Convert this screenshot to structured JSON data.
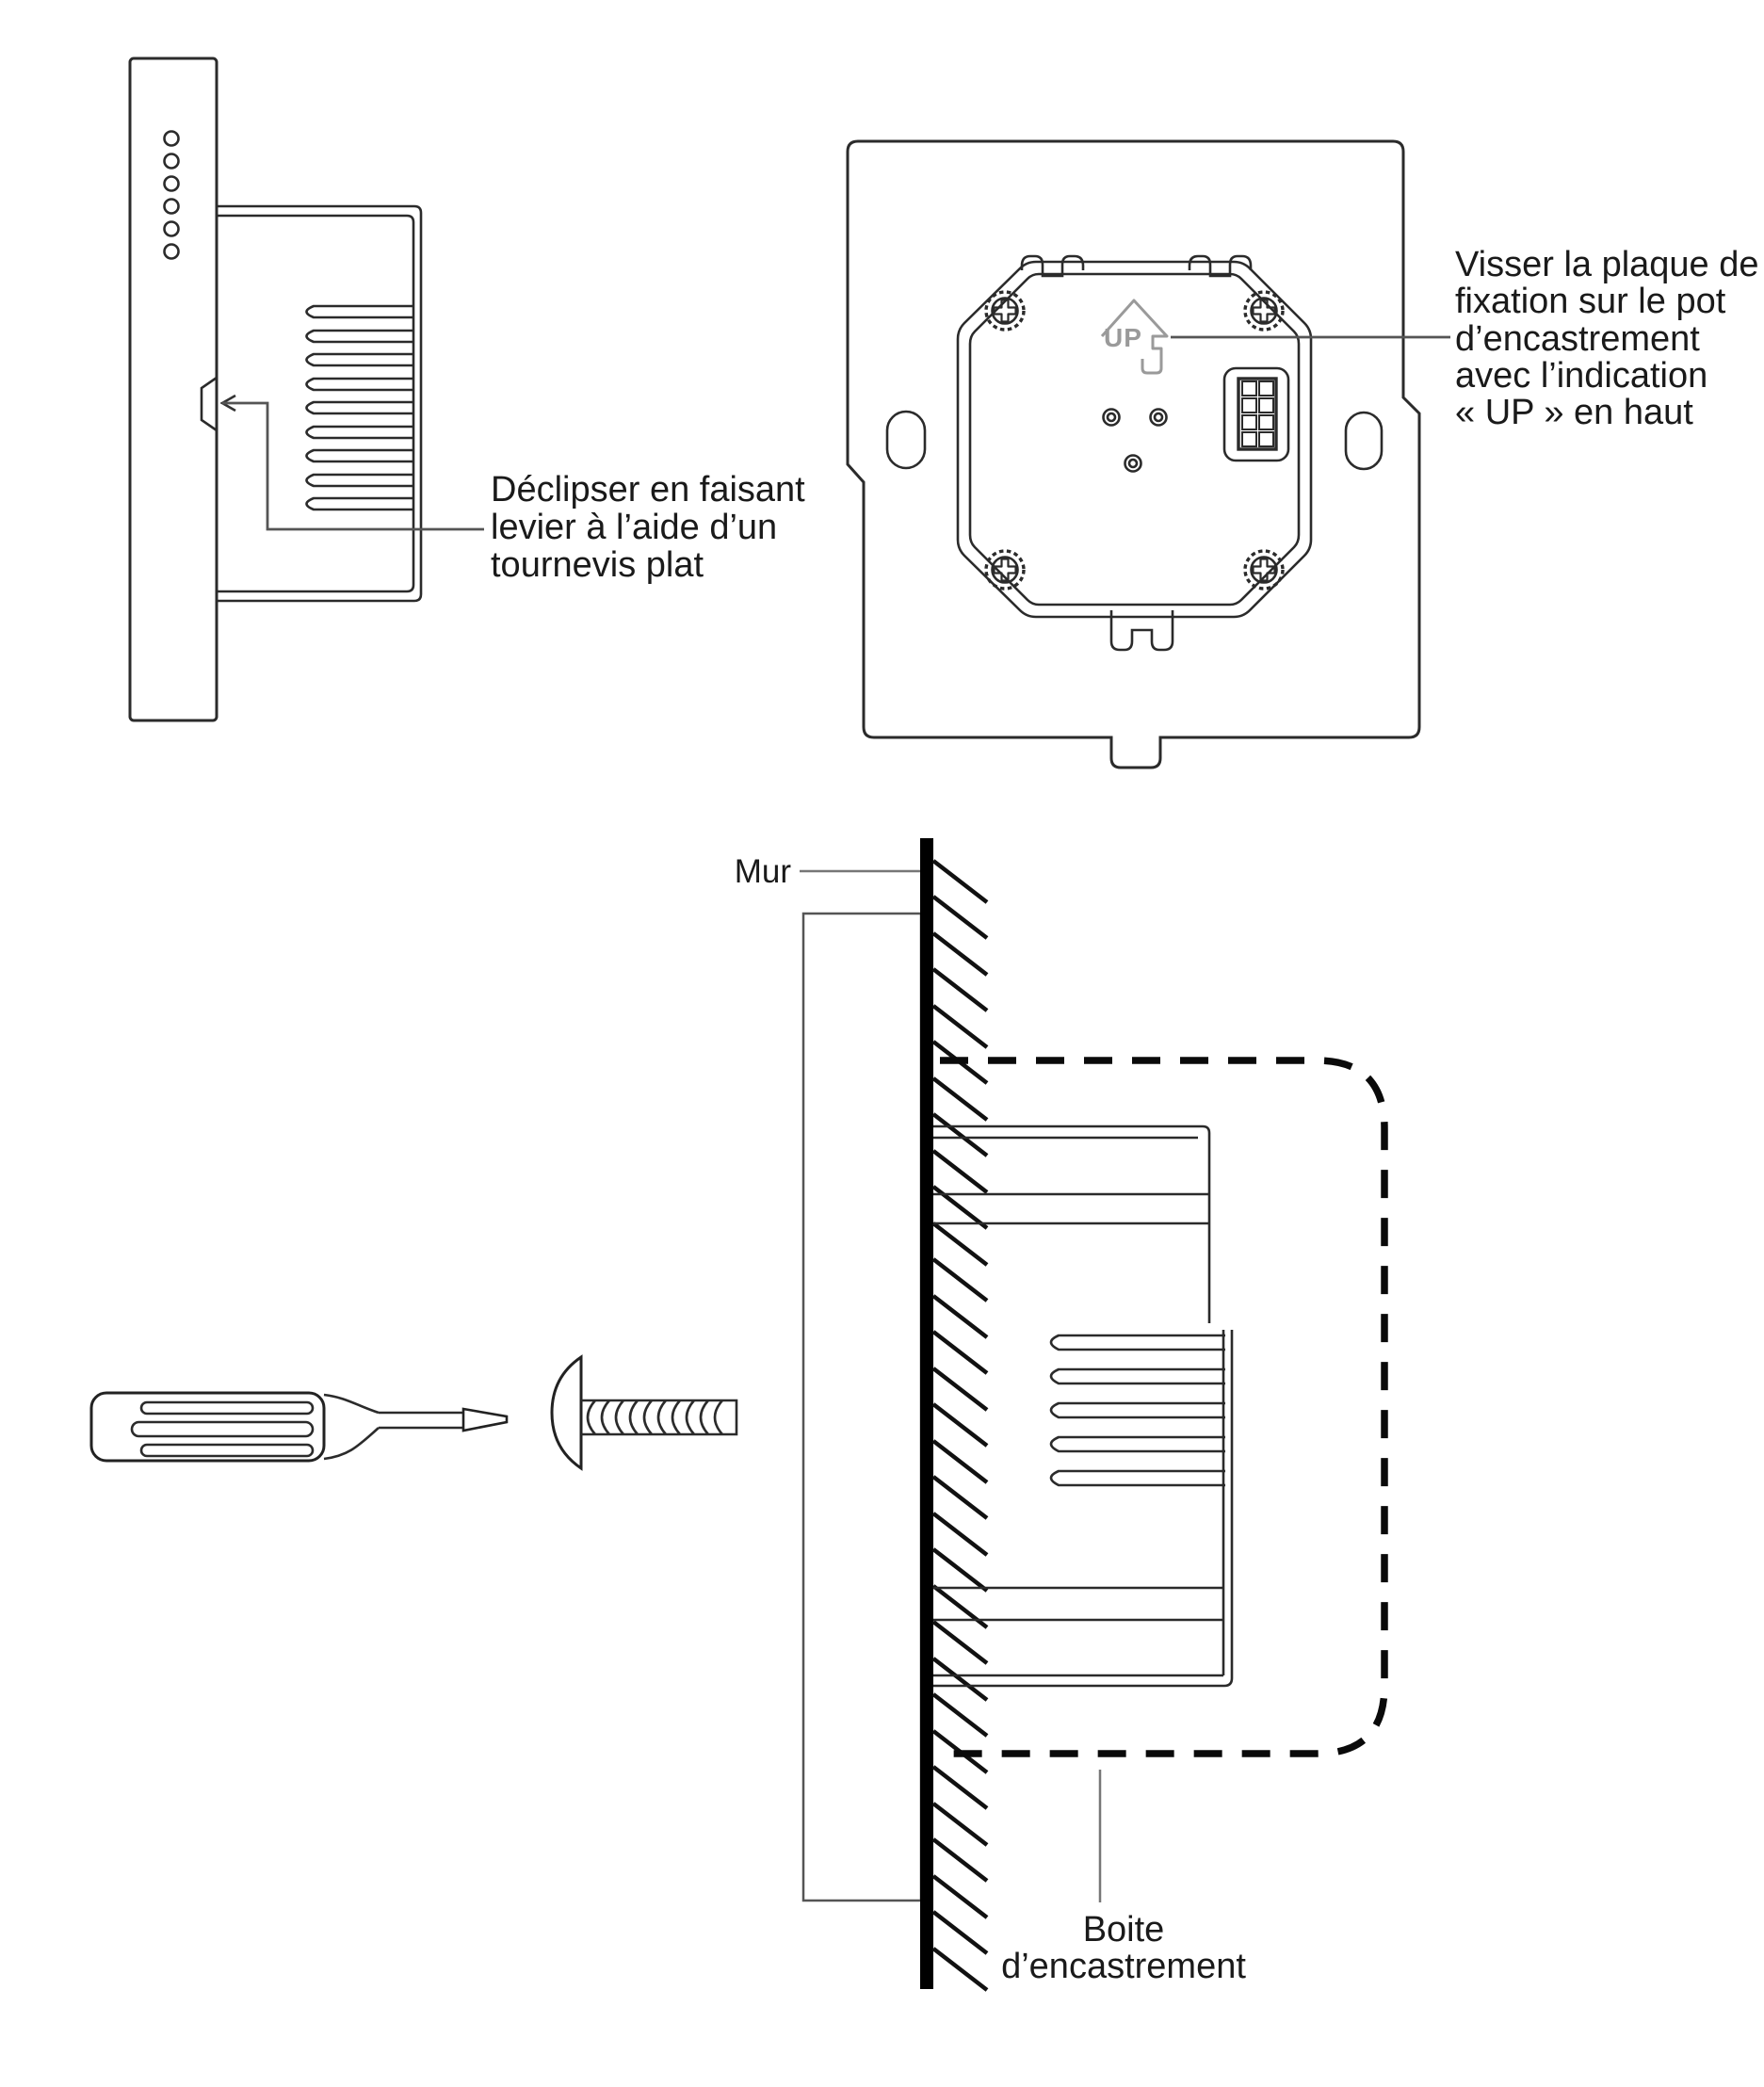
{
  "colors": {
    "background": "#ffffff",
    "line": "#2b2b2b",
    "wall": "#000000",
    "leader": "#777777",
    "text": "#1a1a1a",
    "up_marking_gray": "#9a9a9a"
  },
  "annotations": {
    "declipser": {
      "lines": [
        "Déclipser en faisant",
        "levier à l’aide d’un",
        "tournevis plat"
      ]
    },
    "visser": {
      "lines": [
        "Visser la plaque de",
        "fixation sur le pot",
        "d’encastrement",
        "avec l’indication",
        "« UP » en haut"
      ]
    },
    "mur": {
      "label": "Mur"
    },
    "boite": {
      "lines": [
        "Boite",
        "d’encastrement"
      ]
    },
    "up_marking": "UP"
  }
}
